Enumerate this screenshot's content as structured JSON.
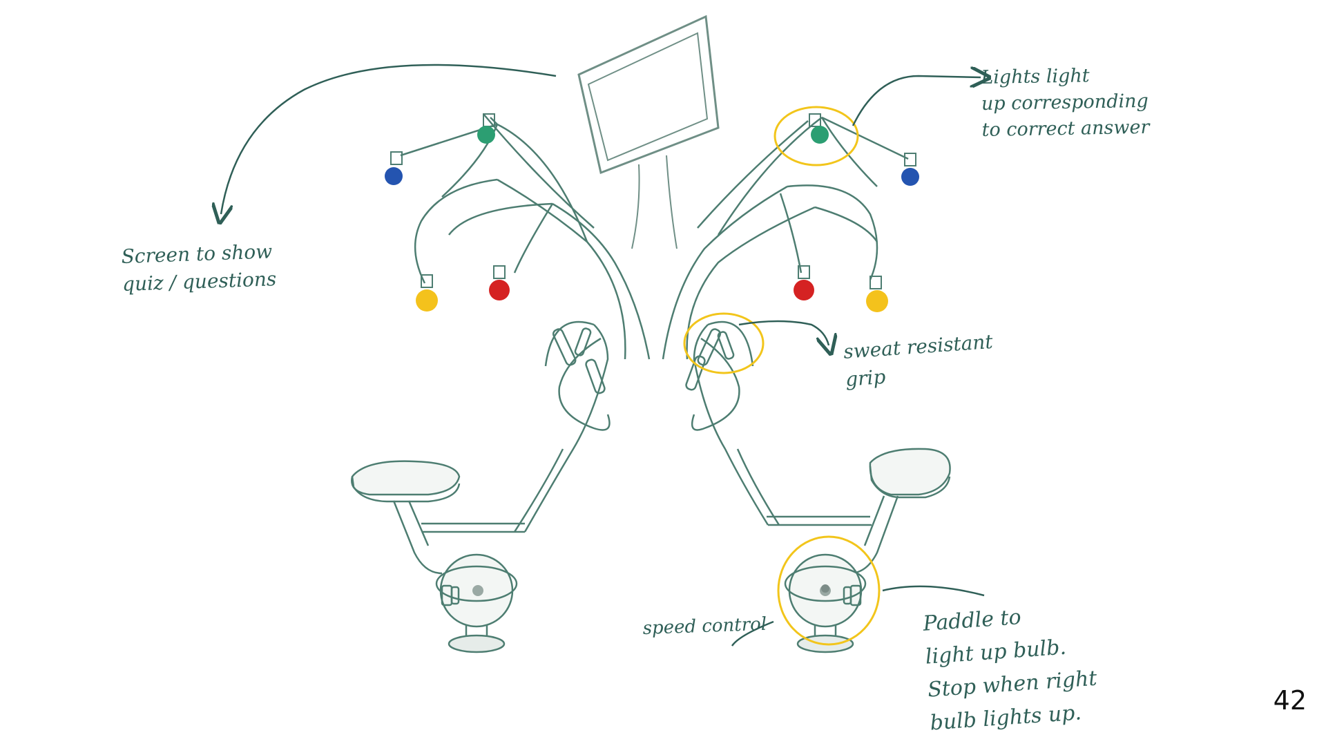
{
  "annotations": {
    "screen": "Screen to show\nquiz / questions",
    "lights": "Lights light\nup corresponding\nto correct answer",
    "grip": "sweat resistant\ngrip",
    "speed": "speed control",
    "paddle": "Paddle to\nlight up bulb.\nStop when right\nbulb lights up."
  },
  "page_number": "42",
  "colors": {
    "sketch": "#4d7d71",
    "ink": "#2f5f57",
    "highlight": "#f2c51b",
    "bulb_green": "#2c9e72",
    "bulb_blue": "#2454b0",
    "bulb_yellow": "#f4c21c",
    "bulb_red": "#d52222"
  },
  "icons": [
    "screen-icon",
    "light-bulb-icon",
    "exercise-bike-icon",
    "handle-grip-icon",
    "speed-control-icon",
    "pedal-icon",
    "arrow-icon"
  ]
}
